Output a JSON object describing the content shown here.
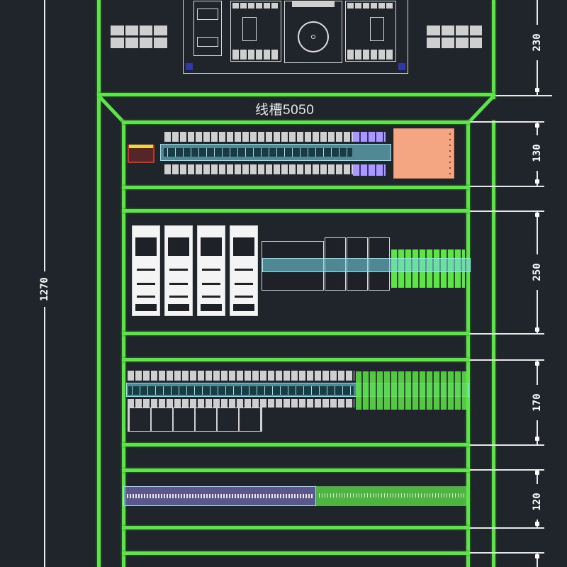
{
  "drawing": {
    "background": "#20242b",
    "trough_color": "#5fe34a",
    "dimension_color": "#ffffff",
    "wire_trough_label": "线槽5050"
  },
  "dimensions": {
    "overall_height": "1270",
    "top_section": "230",
    "row1": "130",
    "row2": "250",
    "row3": "170",
    "row4": "120"
  },
  "rows": [
    {
      "name": "top-section",
      "height": "230",
      "components": [
        "auto-transfer-switch (双电源)",
        "meter-panel",
        "left-terminal-block",
        "right-terminal-block"
      ]
    },
    {
      "name": "row-1",
      "height": "130",
      "components": [
        "fuse-holder",
        "din-terminal-strip",
        "purple-breakers",
        "orange-power-supply"
      ]
    },
    {
      "name": "row-2",
      "height": "250",
      "components": [
        "vfd-drive-1",
        "vfd-drive-2",
        "vfd-drive-3",
        "vfd-drive-4",
        "contactors",
        "green-relays"
      ]
    },
    {
      "name": "row-3",
      "height": "170",
      "components": [
        "relay-bank",
        "contactor-bank",
        "green-terminals"
      ]
    },
    {
      "name": "row-4",
      "height": "120",
      "components": [
        "terminal-rail-blue",
        "terminal-rail-green"
      ]
    }
  ],
  "colors": {
    "cyan_rail": "#8ee6f2",
    "purple_breaker": "#a998ff",
    "orange_psu": "#f4a582",
    "fuse_red": "#c0392b",
    "fuse_yellow": "#f2d24b"
  }
}
